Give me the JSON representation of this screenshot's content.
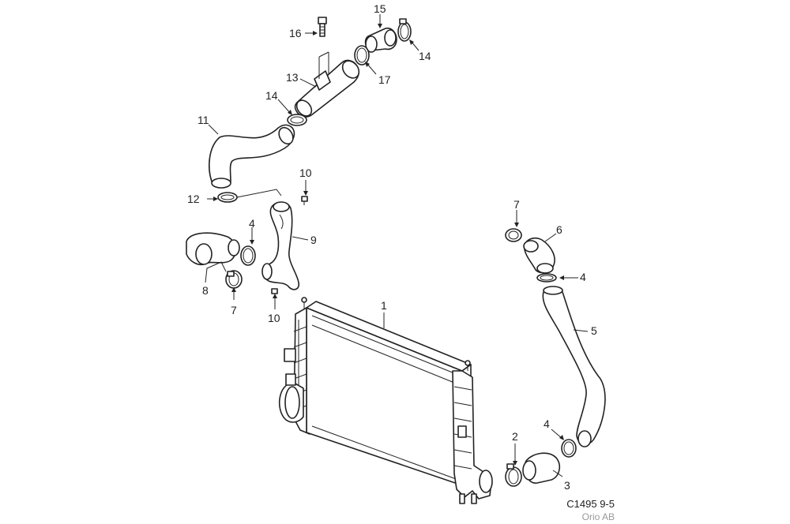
{
  "diagram": {
    "callouts": [
      {
        "id": "c16",
        "text": "16"
      },
      {
        "id": "c15",
        "text": "15"
      },
      {
        "id": "c14a",
        "text": "14"
      },
      {
        "id": "c13",
        "text": "13"
      },
      {
        "id": "c17",
        "text": "17"
      },
      {
        "id": "c14b",
        "text": "14"
      },
      {
        "id": "c11",
        "text": "11"
      },
      {
        "id": "c10a",
        "text": "10"
      },
      {
        "id": "c12",
        "text": "12"
      },
      {
        "id": "c9",
        "text": "9"
      },
      {
        "id": "c4a",
        "text": "4"
      },
      {
        "id": "c8",
        "text": "8"
      },
      {
        "id": "c7a",
        "text": "7"
      },
      {
        "id": "c10b",
        "text": "10"
      },
      {
        "id": "c1",
        "text": "1"
      },
      {
        "id": "c7b",
        "text": "7"
      },
      {
        "id": "c6",
        "text": "6"
      },
      {
        "id": "c4b",
        "text": "4"
      },
      {
        "id": "c5",
        "text": "5"
      },
      {
        "id": "c2",
        "text": "2"
      },
      {
        "id": "c4c",
        "text": "4"
      },
      {
        "id": "c3",
        "text": "3"
      }
    ]
  },
  "footer": {
    "code": "C1495 9-5",
    "copyright": "Orio AB"
  }
}
